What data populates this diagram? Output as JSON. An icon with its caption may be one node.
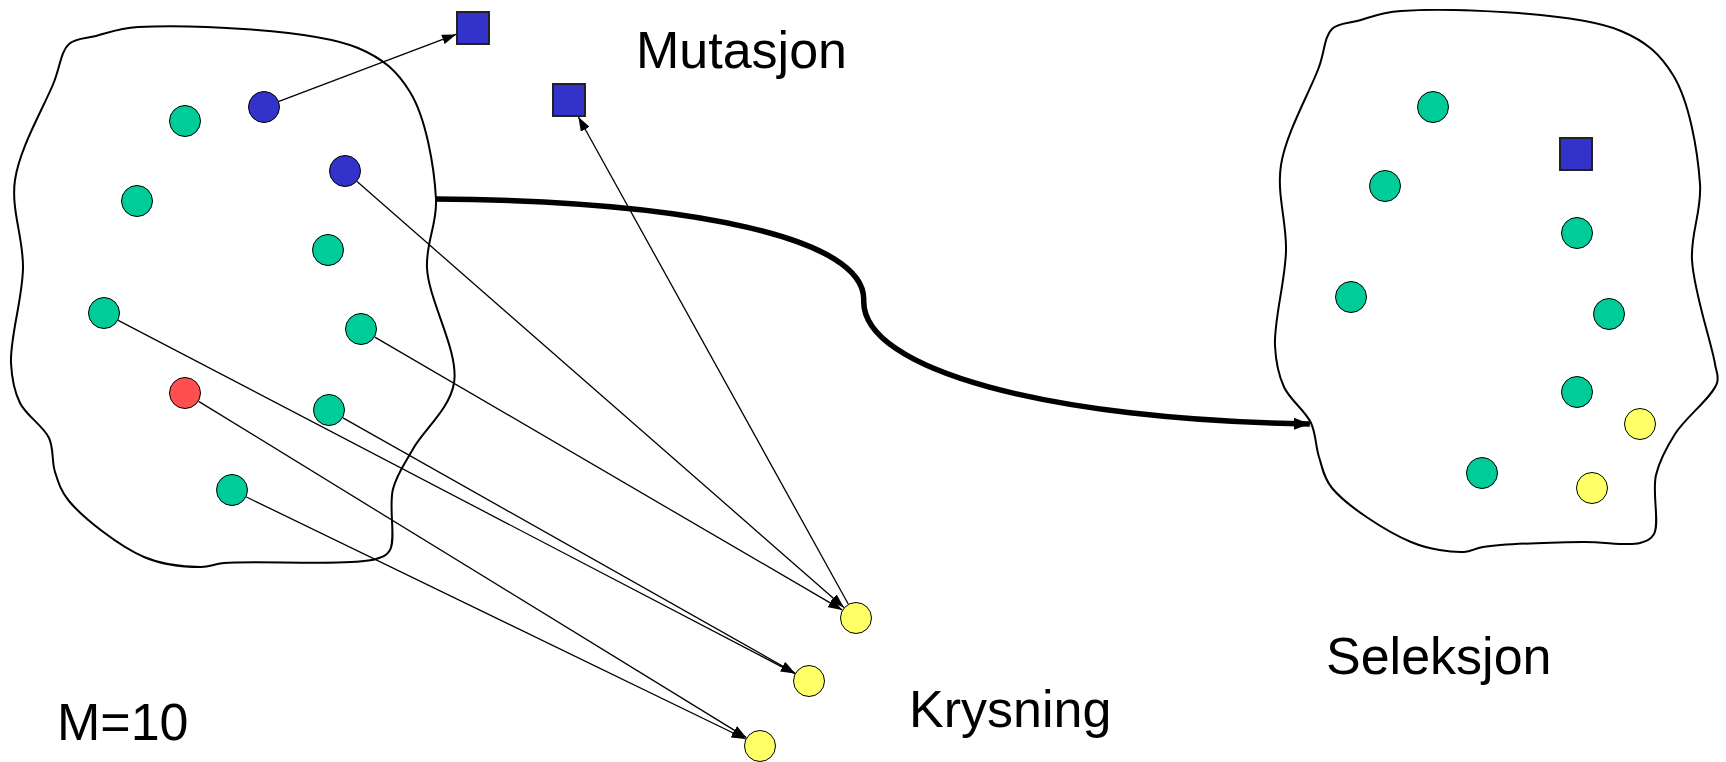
{
  "diagram": {
    "nodes": [
      {
        "text": [],
        "shape": "blob"
      },
      {
        "text": [],
        "shape": "circle",
        "in": 0
      },
      {
        "text": [],
        "shape": "circle",
        "in": 0
      },
      {
        "text": [],
        "shape": "circle",
        "in": 0
      },
      {
        "text": [],
        "shape": "circle",
        "in": 0
      },
      {
        "text": [],
        "shape": "circle",
        "in": 0
      },
      {
        "text": [],
        "shape": "circle",
        "in": 0
      },
      {
        "text": [],
        "shape": "circle",
        "in": 0
      },
      {
        "text": [],
        "shape": "circle",
        "in": 0
      },
      {
        "text": [],
        "shape": "circle",
        "in": 0
      },
      {
        "text": [],
        "shape": "circle",
        "in": 0
      },
      {
        "text": [],
        "shape": "box"
      },
      {
        "text": [],
        "shape": "box"
      },
      {
        "text": [],
        "shape": "circle"
      },
      {
        "text": [],
        "shape": "circle"
      },
      {
        "text": [],
        "shape": "circle"
      },
      {
        "text": [],
        "shape": "blob"
      },
      {
        "text": [],
        "shape": "circle",
        "in": 16
      },
      {
        "text": [],
        "shape": "circle",
        "in": 16
      },
      {
        "text": [],
        "shape": "circle",
        "in": 16
      },
      {
        "text": [],
        "shape": "box",
        "in": 16
      },
      {
        "text": [],
        "shape": "circle",
        "in": 16
      },
      {
        "text": [],
        "shape": "circle",
        "in": 16
      },
      {
        "text": [],
        "shape": "circle",
        "in": 16
      },
      {
        "text": [],
        "shape": "circle",
        "in": 16
      },
      {
        "text": [],
        "shape": "circle",
        "in": 16
      },
      {
        "text": [],
        "shape": "circle",
        "in": 16
      }
    ],
    "edges": [
      {
        "from": 2,
        "to": 11,
        "arrow": "to"
      },
      {
        "from": 3,
        "to": 13,
        "arrow": "to"
      },
      {
        "from": 7,
        "to": 13,
        "arrow": "to"
      },
      {
        "from": 13,
        "to": 12,
        "arrow": "to"
      },
      {
        "from": 6,
        "to": 14,
        "arrow": "to"
      },
      {
        "from": 9,
        "to": 14,
        "arrow": "to"
      },
      {
        "from": 8,
        "to": 15,
        "arrow": "to"
      },
      {
        "from": 10,
        "to": 15,
        "arrow": "to"
      },
      {
        "from": 0,
        "to": 16,
        "arrow": "to",
        "style": "thick"
      }
    ],
    "labels": [
      "Mutasjon",
      "Seleksjon",
      "Krysning",
      "M=10"
    ]
  }
}
